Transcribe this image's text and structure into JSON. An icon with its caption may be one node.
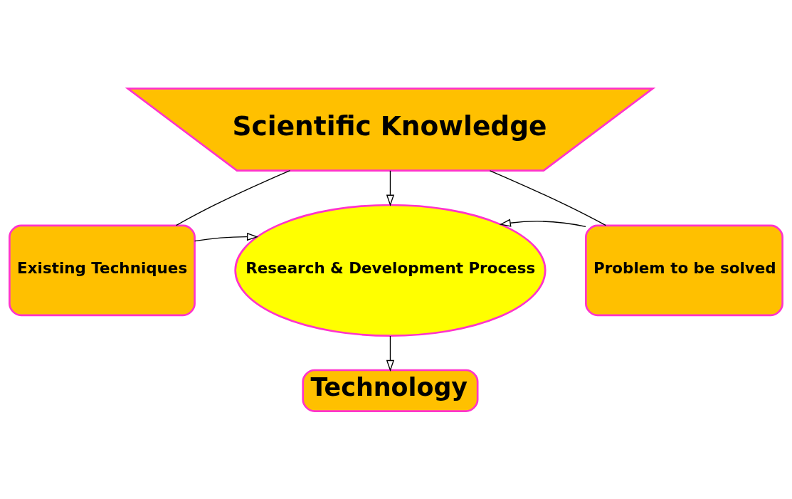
{
  "diagram": {
    "nodes": [
      {
        "text": [
          "Scientific Knowledge"
        ]
      },
      {
        "text": [
          "Existing Techniques"
        ]
      },
      {
        "text": [
          "Research & Development Process"
        ]
      },
      {
        "text": [
          "Problem to be solved"
        ]
      },
      {
        "text": [
          "Technology"
        ]
      }
    ],
    "edges": [
      {
        "from": 0,
        "to": 2,
        "arrow": "to"
      },
      {
        "from": 1,
        "to": 2,
        "arrow": "to"
      },
      {
        "from": 3,
        "to": 2,
        "arrow": "to"
      },
      {
        "from": 2,
        "to": 4,
        "arrow": "to"
      },
      {
        "from": 0,
        "to": 1,
        "arrow": "none"
      },
      {
        "from": 0,
        "to": 3,
        "arrow": "none"
      }
    ]
  }
}
